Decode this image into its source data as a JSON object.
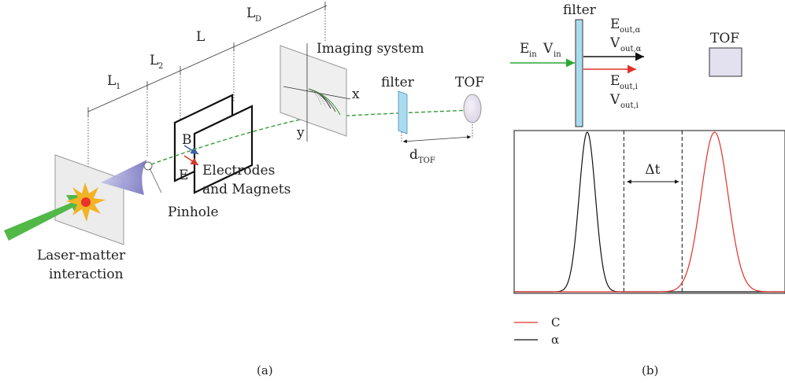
{
  "panel_a": {
    "caption": "(a)",
    "dimensions": {
      "L1": {
        "main": "L",
        "sub": "1"
      },
      "L2": {
        "main": "L",
        "sub": "2"
      },
      "L": {
        "main": "L",
        "sub": ""
      },
      "LD": {
        "main": "L",
        "sub": "D"
      }
    },
    "labels": {
      "imaging": "Imaging system",
      "x": "x",
      "y": "y",
      "filter": "filter",
      "tof": "TOF",
      "b": "B",
      "e": "E",
      "electrodes1": "Electrodes",
      "electrodes2": "and Magnets",
      "pinhole": "Pinhole",
      "laser1": "Laser-matter",
      "laser2": "interaction",
      "dtof": {
        "main": "d",
        "sub": "TOF"
      }
    },
    "colors": {
      "laser_arrow": "#52b848",
      "burst_outer": "#f2b324",
      "burst_inner": "#e8322b",
      "cone": "#8a88c8",
      "beam": "#3a9a3a",
      "filter": "#a9dcf0",
      "e_field": "#d33a2c",
      "b_field": "#3b5ea8",
      "tof_detector": "#e6e0ee"
    }
  },
  "panel_b": {
    "caption": "(b)",
    "filter_label": "filter",
    "tof_label": "TOF",
    "ein": {
      "main": "E",
      "sub": "in"
    },
    "vin": {
      "main": "V",
      "sub": "in"
    },
    "eouta": {
      "main": "E",
      "sub": "out,α"
    },
    "vouta": {
      "main": "V",
      "sub": "out,α"
    },
    "eouti": {
      "main": "E",
      "sub": "out,i"
    },
    "vouti": {
      "main": "V",
      "sub": "out,i"
    },
    "delta_t": "Δt",
    "colors": {
      "in_arrow": "#2aa832",
      "alpha_arrow": "#111111",
      "ion_arrow": "#e0302a",
      "filter": "#a9dcf0",
      "tof_box": "#e3e0ef"
    },
    "chart_data": {
      "type": "line",
      "series": [
        {
          "name": "C",
          "color": "#e0302a",
          "peak_center": 0.74,
          "width": 0.05
        },
        {
          "name": "α",
          "color": "#111111",
          "peak_center": 0.27,
          "width": 0.03
        }
      ],
      "dashed_markers": [
        0.405,
        0.62
      ],
      "legend": [
        "C",
        "α"
      ]
    }
  }
}
